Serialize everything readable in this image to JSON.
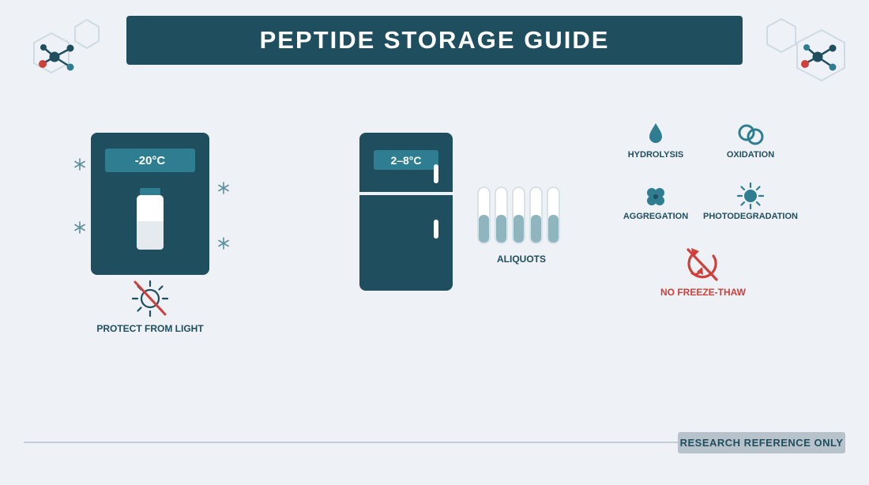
{
  "title": "PEPTIDE STORAGE GUIDE",
  "freezer": {
    "temperature": "-20°C"
  },
  "protect_light": {
    "label": "PROTECT FROM LIGHT"
  },
  "fridge": {
    "temperature": "2–8°C"
  },
  "aliquots": {
    "label": "ALIQUOTS",
    "count": 5
  },
  "degradation": {
    "hydrolysis": "HYDROLYSIS",
    "oxidation": "OXIDATION",
    "aggregation": "AGGREGATION",
    "photodegradation": "PHOTODEGRADATION"
  },
  "no_freeze_thaw": {
    "label": "NO FREEZE-THAW"
  },
  "footer": {
    "badge": "RESEARCH REFERENCE ONLY"
  },
  "colors": {
    "primary_dark": "#1f4e5f",
    "accent_teal": "#2e7d90",
    "warning_red": "#d0403a",
    "background": "#eef1f5"
  }
}
